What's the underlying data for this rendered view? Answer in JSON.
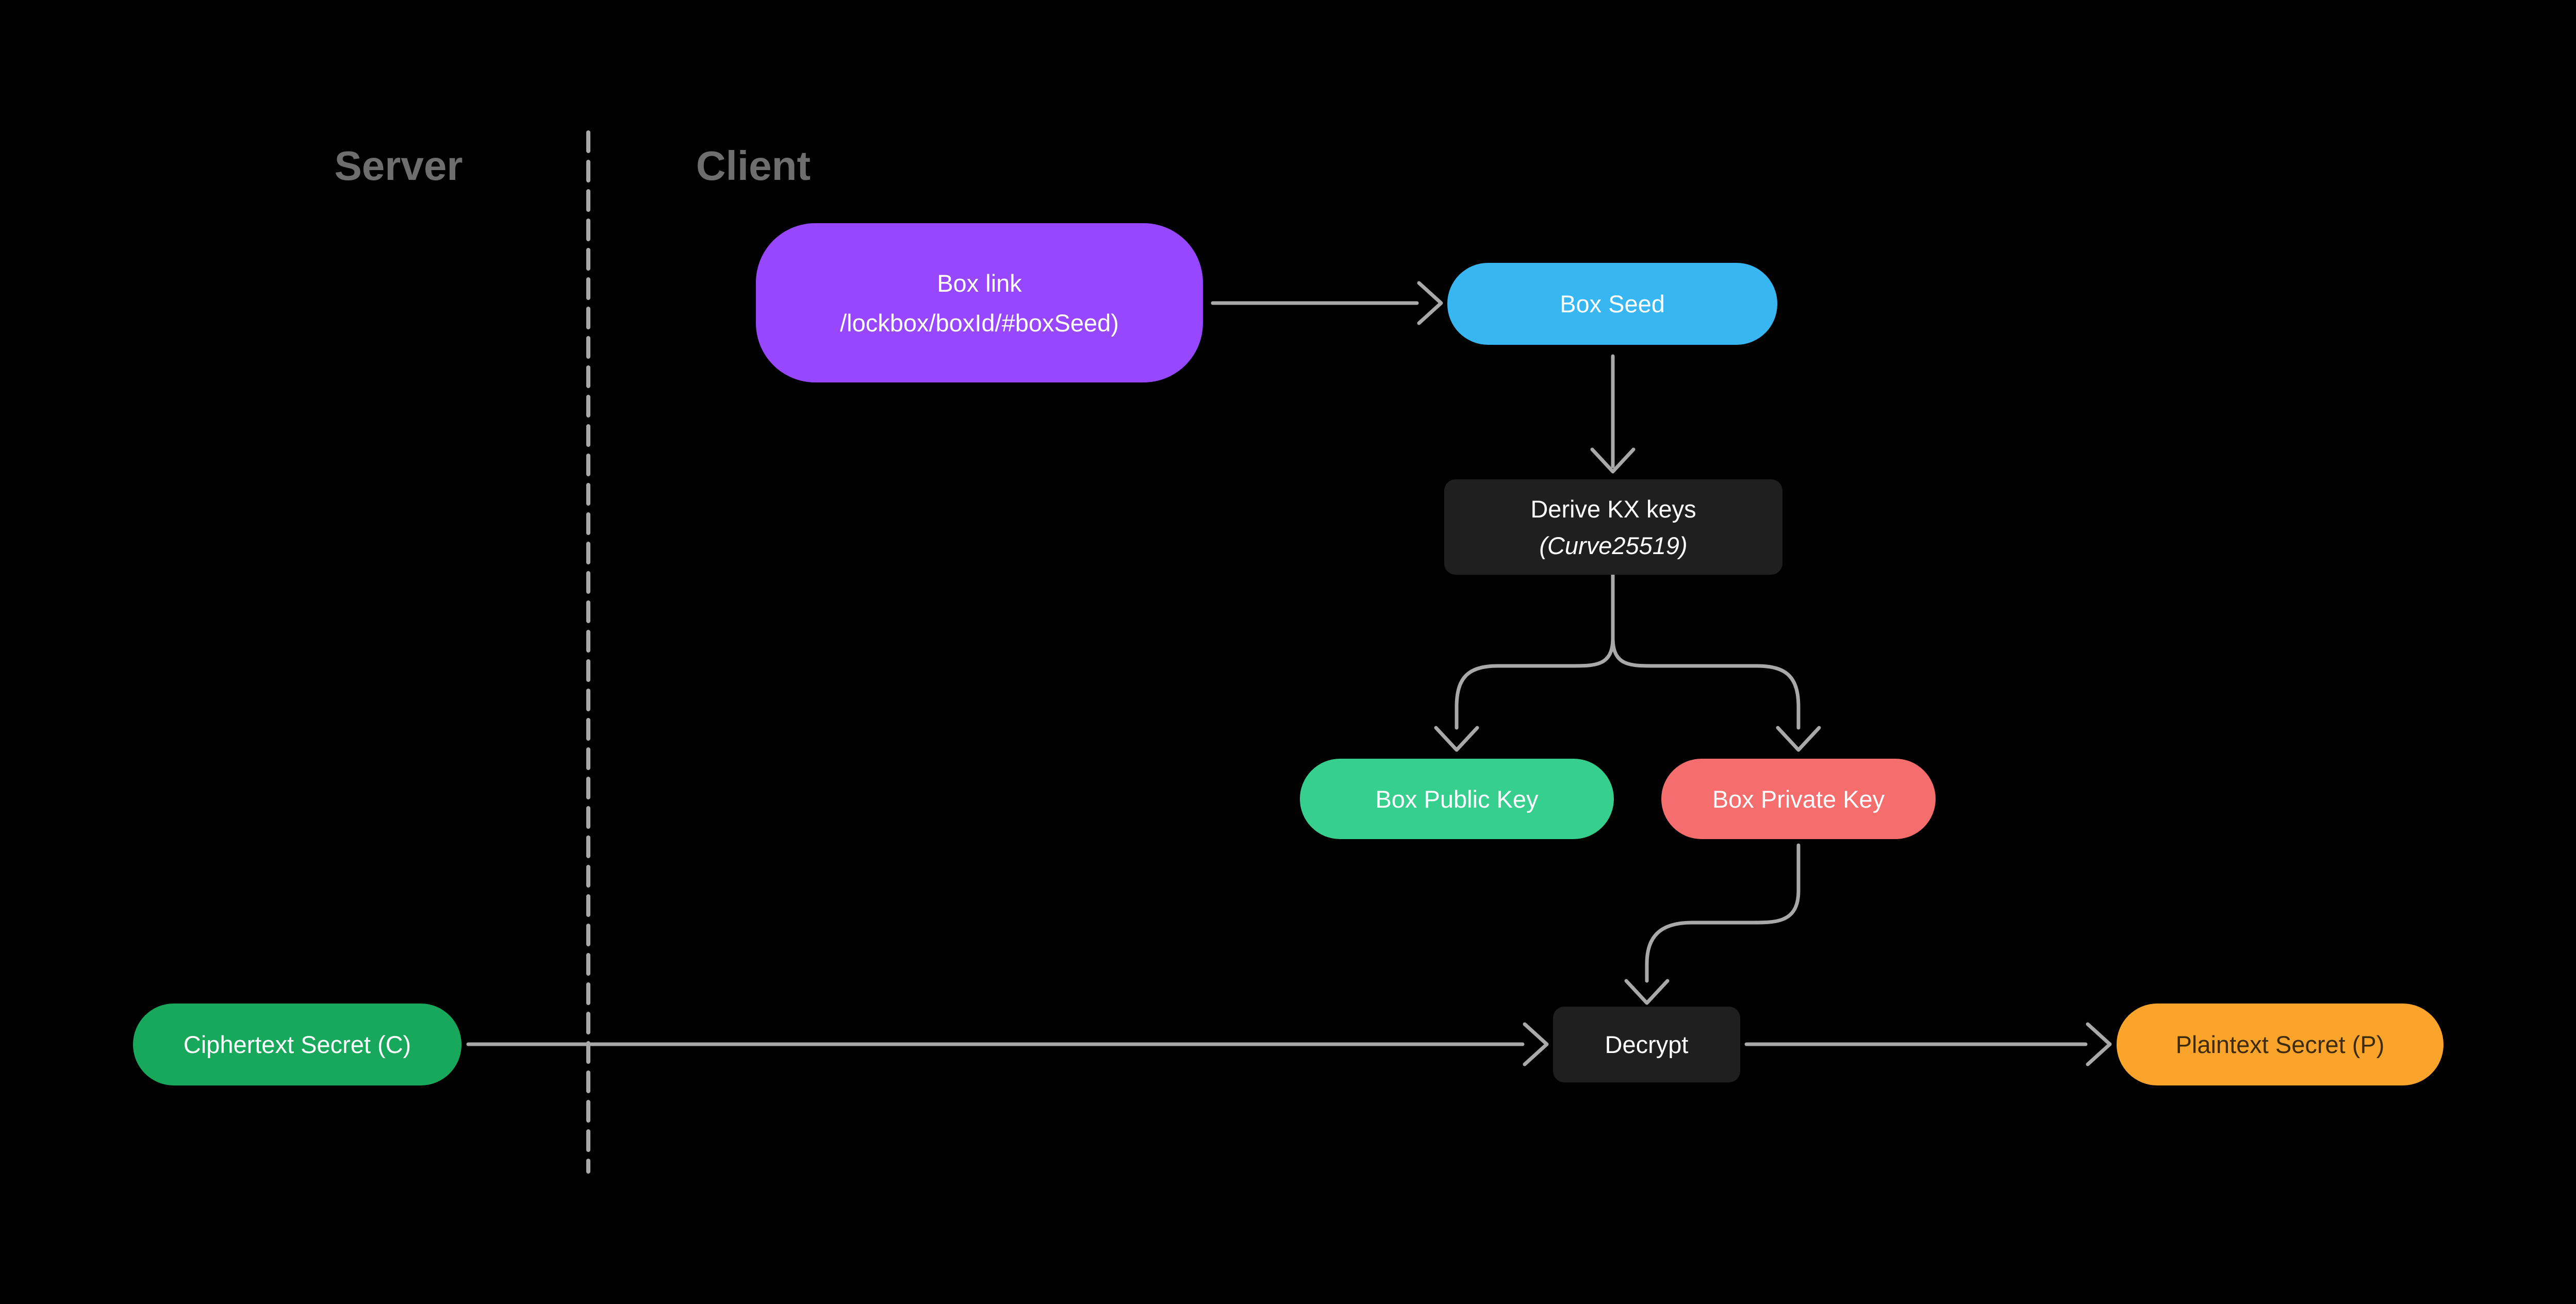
{
  "diagram": {
    "lanes": {
      "server": "Server",
      "client": "Client"
    },
    "nodes": {
      "box_link": {
        "line1": "Box link",
        "line2": "/lockbox/boxId/#boxSeed)",
        "color": "#9747ff",
        "text_color": "#ffffff"
      },
      "box_seed": {
        "label": "Box Seed",
        "color": "#38b6f2",
        "text_color": "#ffffff"
      },
      "derive_kx_keys": {
        "line1": "Derive KX keys",
        "line2": "(Curve25519)",
        "color": "#1f1f1f",
        "text_color": "#ffffff"
      },
      "box_public_key": {
        "label": "Box Public Key",
        "color": "#36cf8e",
        "text_color": "#ffffff"
      },
      "box_private_key": {
        "label": "Box Private Key",
        "color": "#f56d6d",
        "text_color": "#ffffff"
      },
      "ciphertext_secret": {
        "label": "Ciphertext Secret (C)",
        "color": "#17a85c",
        "text_color": "#ffffff"
      },
      "decrypt": {
        "label": "Decrypt",
        "color": "#1f1f1f",
        "text_color": "#ffffff"
      },
      "plaintext_secret": {
        "label": "Plaintext Secret (P)",
        "color": "#fba42c",
        "text_color": "#3d2c0b"
      }
    },
    "edges": [
      {
        "from": "box_link",
        "to": "box_seed"
      },
      {
        "from": "box_seed",
        "to": "derive_kx_keys"
      },
      {
        "from": "derive_kx_keys",
        "to": "box_public_key"
      },
      {
        "from": "derive_kx_keys",
        "to": "box_private_key"
      },
      {
        "from": "box_private_key",
        "to": "decrypt"
      },
      {
        "from": "ciphertext_secret",
        "to": "decrypt"
      },
      {
        "from": "decrypt",
        "to": "plaintext_secret"
      }
    ],
    "colors": {
      "background": "#000000",
      "connector": "#a9a9a9",
      "lane_divider": "#a9a9a9",
      "lane_label": "#6e6e6e"
    }
  }
}
